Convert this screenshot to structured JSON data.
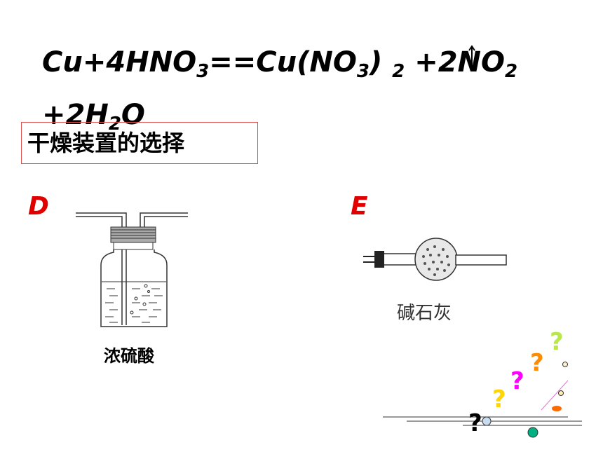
{
  "equation": {
    "line1": {
      "p1": "Cu+4HNO",
      "s1": "3",
      "p2": "==Cu(NO",
      "s2": "3",
      "p3": ") ",
      "s3": "2",
      "p4": " +2NO",
      "s4": "2"
    },
    "line2": {
      "p1": "+2H",
      "s1": "2",
      "p2": "O"
    }
  },
  "section_title": "干燥装置的选择",
  "apparatus_d": {
    "letter": "D",
    "caption": "浓硫酸"
  },
  "apparatus_e": {
    "letter": "E",
    "caption": "碱石灰"
  },
  "decoration": {
    "marks": [
      "?",
      "?",
      "?",
      "?",
      "?"
    ],
    "colors": [
      "#000000",
      "#ffd400",
      "#ff00ff",
      "#ff8c00",
      "#b8e84a"
    ]
  }
}
